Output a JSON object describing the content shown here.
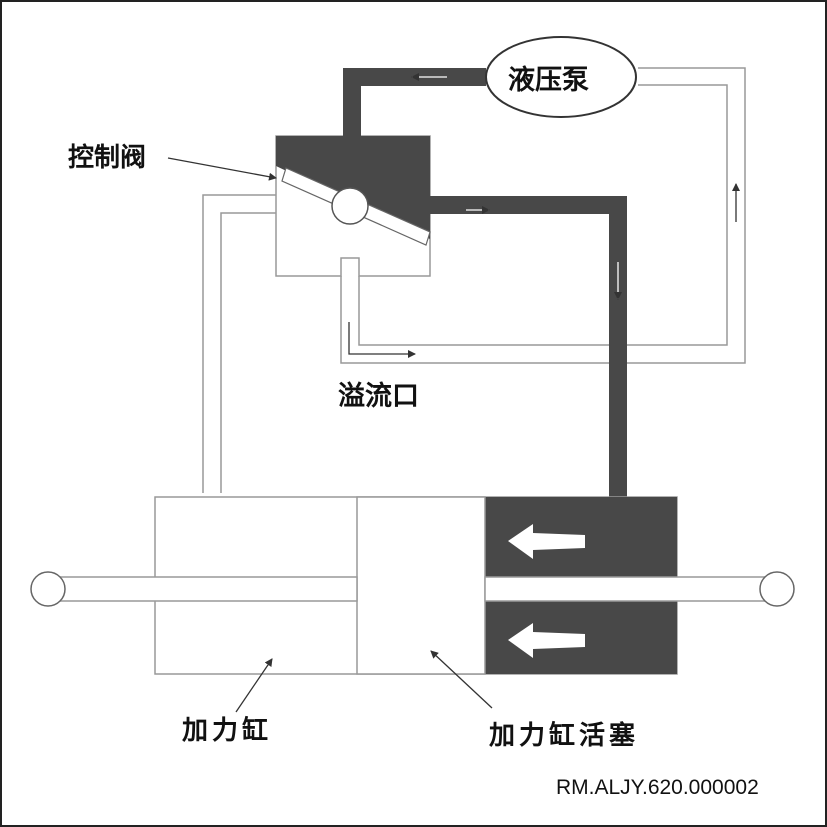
{
  "labels": {
    "pump": "液压泵",
    "control_valve": "控制阀",
    "relief_port": "溢流口",
    "cylinder": "加力缸",
    "piston": "加力缸活塞"
  },
  "reference_code": "RM.ALJY.620.000002",
  "colors": {
    "pressure": "#484848",
    "line": "#888888",
    "outline": "#222222",
    "background": "#ffffff"
  }
}
